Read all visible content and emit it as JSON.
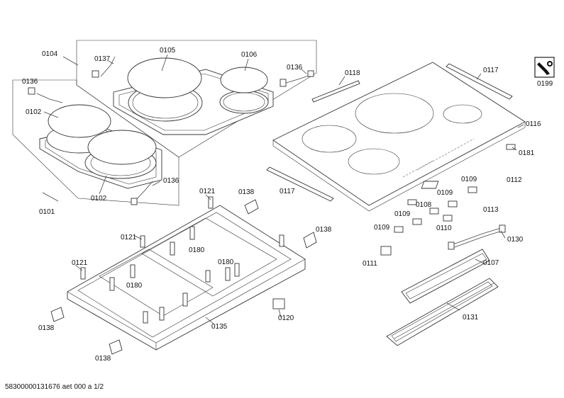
{
  "labels": {
    "l0104": "0104",
    "l0137": "0137",
    "l0105": "0105",
    "l0106": "0106",
    "l0136a": "0136",
    "l0136b": "0136",
    "l0136c": "0136",
    "l0102a": "0102",
    "l0102b": "0102",
    "l0101": "0101",
    "l0118": "0118",
    "l0117a": "0117",
    "l0117b": "0117",
    "l0116": "0116",
    "l0181": "0181",
    "l0199": "0199",
    "l0109a": "0109",
    "l0109b": "0109",
    "l0109c": "0109",
    "l0109d": "0109",
    "l0112": "0112",
    "l0113": "0113",
    "l0108": "0108",
    "l0110": "0110",
    "l0130": "0130",
    "l0111": "0111",
    "l0107": "0107",
    "l0131": "0131",
    "l0121a": "0121",
    "l0121b": "0121",
    "l0121c": "0121",
    "l0138a": "0138",
    "l0138b": "0138",
    "l0138c": "0138",
    "l0138d": "0138",
    "l0180a": "0180",
    "l0180b": "0180",
    "l0180c": "0180",
    "l0135": "0135",
    "l0120": "0120"
  },
  "footer": "58300000131676 aet 000 a 1/2",
  "icons": {
    "service": "wrench-icon"
  }
}
